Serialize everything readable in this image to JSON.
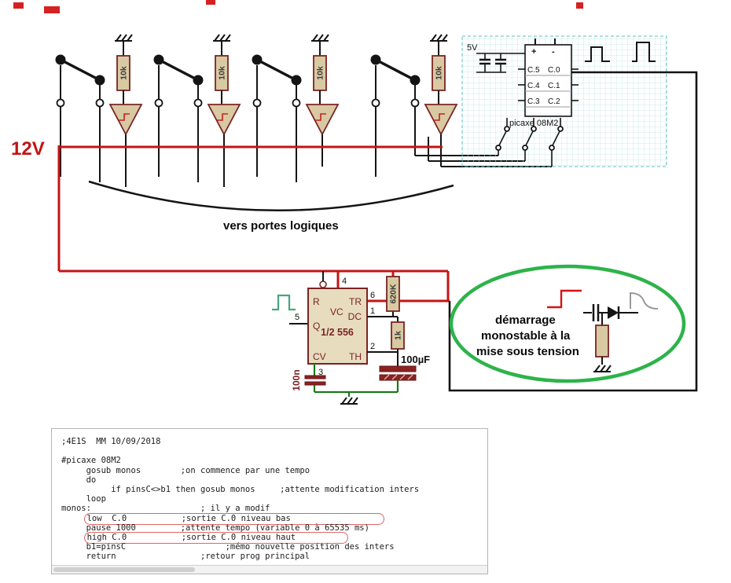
{
  "labels": {
    "supply_12v": "12V",
    "supply_5v": "5V",
    "bus_note": "vers portes logiques",
    "pullup": "10k",
    "picaxe_chip": "picaxe 08M2",
    "plus": "+",
    "minus": "-"
  },
  "picaxe_pins": {
    "row1_left": "C.5",
    "row1_right": "C.0",
    "row2_left": "C.4",
    "row2_right": "C.1",
    "row3_left": "C.3",
    "row3_right": "C.2"
  },
  "timer": {
    "name": "1/2 556",
    "pin_r": "R",
    "pin_tr": "TR",
    "pin_vc": "VC",
    "pin_dc": "DC",
    "pin_q": "Q",
    "pin_cv": "CV",
    "pin_th": "TH",
    "num_reset": "4",
    "num_tr": "6",
    "num_dis": "1",
    "num_out": "5",
    "num_th": "2",
    "num_cv": "3"
  },
  "components": {
    "r_620k": "620K",
    "r_1k": "1k",
    "c_100n": "100n",
    "c_100uf": "100µF"
  },
  "ellipse_note": {
    "line1": "démarrage",
    "line2": "monostable à la",
    "line3": "mise sous tension"
  },
  "colors": {
    "wire_red": "#c41414",
    "wire_green": "#1b7a1b",
    "component_fill": "#d8c9a3",
    "component_stroke": "#7a2424",
    "annotation_green": "#2db34a",
    "annotation_red": "#dd6666"
  },
  "code": {
    "lines": [
      {
        "text": ";4E1S  MM 10/09/2018"
      },
      {
        "text": ""
      },
      {
        "text": "#picaxe 08M2"
      },
      {
        "text": "     gosub monos        ;on commence par une tempo"
      },
      {
        "text": "     do"
      },
      {
        "text": "          if pinsC<>b1 then gosub monos     ;attente modification inters"
      },
      {
        "text": "     loop"
      },
      {
        "text": "monos:                      ; il y a modif"
      },
      {
        "indent": "     ",
        "boxed": "low  C.0           ;sortie C.0 niveau bas"
      },
      {
        "text": "     pause 1000         ;attente tempo (variable 0 à 65535 ms)"
      },
      {
        "indent": "     ",
        "boxed": "high C.0           ;sortie C.0 niveau haut"
      },
      {
        "text": "     b1=pinsC                    ;mémo nouvelle position des inters"
      },
      {
        "text": "     return                 ;retour prog principal"
      }
    ]
  }
}
